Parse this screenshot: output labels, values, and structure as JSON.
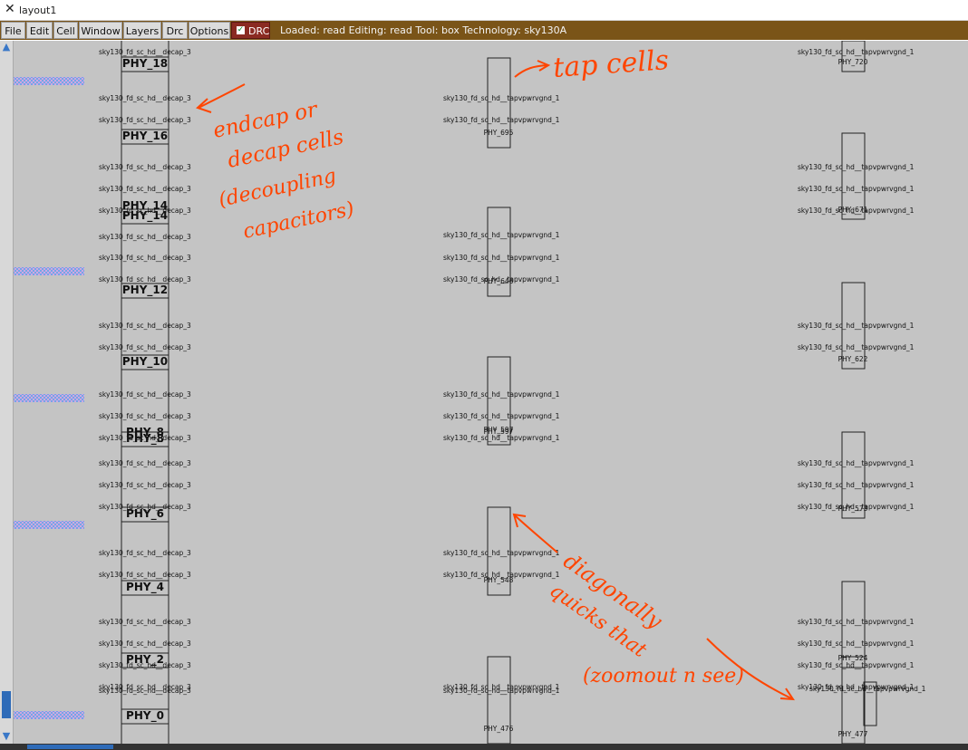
{
  "window": {
    "title": "layout1"
  },
  "menu": [
    "File",
    "Edit",
    "Cell",
    "Window",
    "Layers",
    "Drc",
    "Options"
  ],
  "drc_toggle": {
    "label": "DRC",
    "checked": true
  },
  "status": "Loaded: read Editing: read Tool: box  Technology: sky130A",
  "colors": {
    "menubar": "#7a5418",
    "canvas": "#c4c4c4",
    "annotation": "#ff4500",
    "drc": "#8b2b22"
  },
  "cells": {
    "decap_name": "sky130_fd_sc_hd__decap_3",
    "tap_name": "sky130_fd_sc_hd__tapvpwrvgnd_1",
    "left_rows": [
      "PHY_18",
      "PHY_16",
      "PHY_14",
      "PHY_12",
      "PHY_10",
      "PHY_8",
      "PHY_6",
      "PHY_4",
      "PHY_2",
      "PHY_0"
    ],
    "mid_taps": [
      "PHY_695",
      "PHY_646",
      "PHY_597",
      "PHY_548",
      "PHY_476"
    ],
    "right_taps": [
      "PHY_720",
      "PHY_671",
      "PHY_622",
      "PHY_573",
      "PHY_524",
      "PHY_477"
    ]
  },
  "annotations": {
    "tap": "tap cells",
    "endcap": [
      "endcap or",
      "decap cells",
      "(decoupling",
      "capacitors)"
    ],
    "diagonal": [
      "diagonally",
      "quicks that",
      "(zoomout n see)"
    ]
  }
}
